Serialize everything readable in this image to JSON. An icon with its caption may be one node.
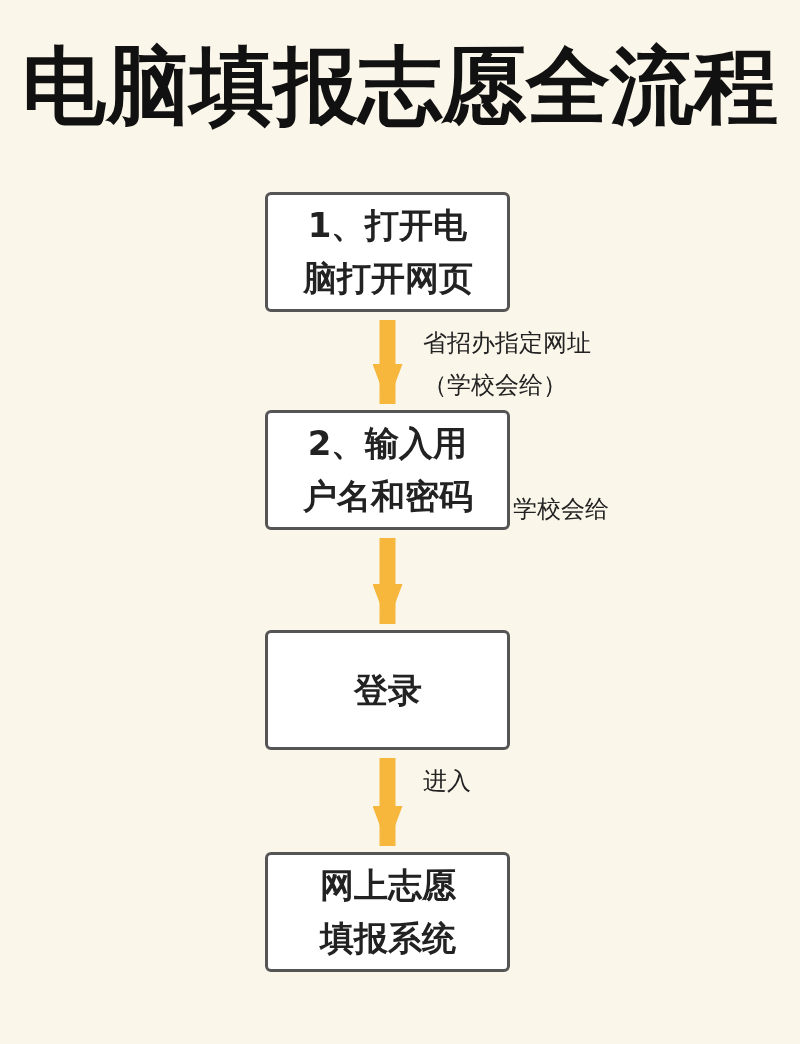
{
  "diagram": {
    "title": "电脑填报志愿全流程",
    "nodes": [
      {
        "text": [
          "1、打开电脑打开网页"
        ]
      },
      {
        "text": [
          "2、输入用户名和密码"
        ],
        "beside": [
          "学校会给"
        ]
      },
      {
        "text": [
          "登录"
        ]
      },
      {
        "text": [
          "网上志愿填报系统"
        ]
      }
    ],
    "edges": [
      {
        "from": 0,
        "to": 1,
        "arrow": "to",
        "label": "省招办指定网址（学校会给）"
      },
      {
        "from": 1,
        "to": 2,
        "arrow": "to"
      },
      {
        "from": 2,
        "to": 3,
        "arrow": "to",
        "label": "进入"
      }
    ]
  }
}
